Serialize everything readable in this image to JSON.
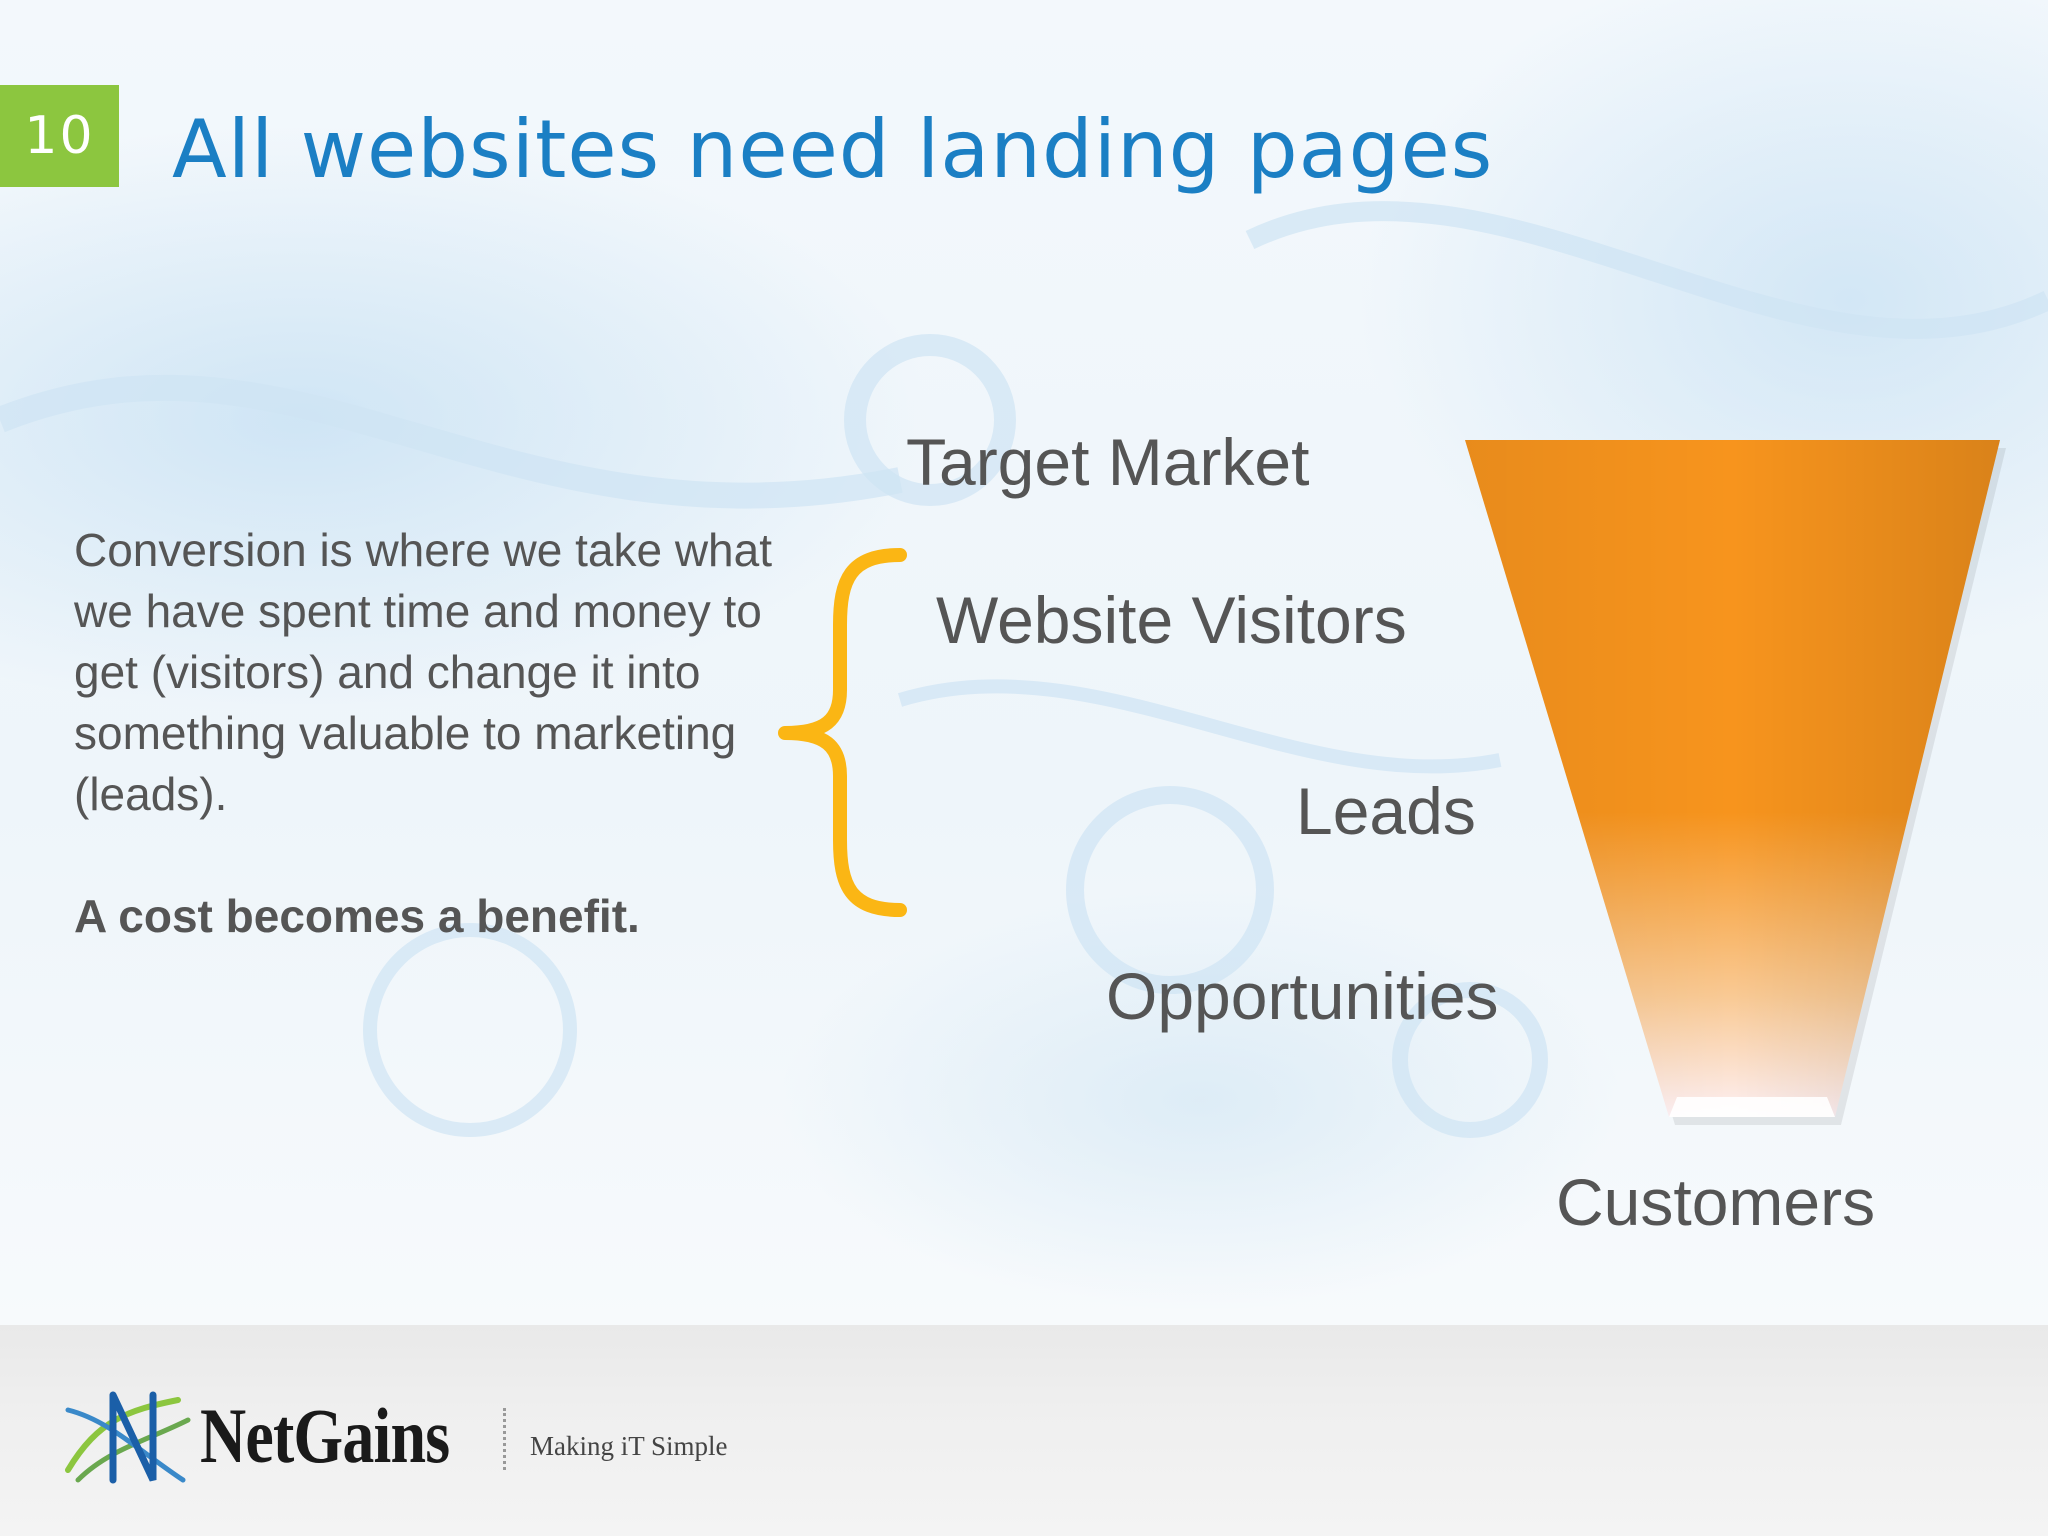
{
  "slide": {
    "number": "10",
    "title": "All websites need landing pages"
  },
  "body": {
    "paragraph": "Conversion is where we take what we have spent time and money to get (visitors) and change it into something valuable to marketing (leads).",
    "emphasis": "A cost becomes a benefit."
  },
  "funnel": {
    "stages": [
      "Target Market",
      "Website Visitors",
      "Leads",
      "Opportunities",
      "Customers"
    ]
  },
  "footer": {
    "brand": "NetGains",
    "tagline": "Making iT Simple"
  },
  "colors": {
    "title": "#1b7fc4",
    "slide_number_bg": "#8cc63f",
    "funnel": "#f7941d",
    "brace": "#fbb614",
    "text": "#555555"
  }
}
